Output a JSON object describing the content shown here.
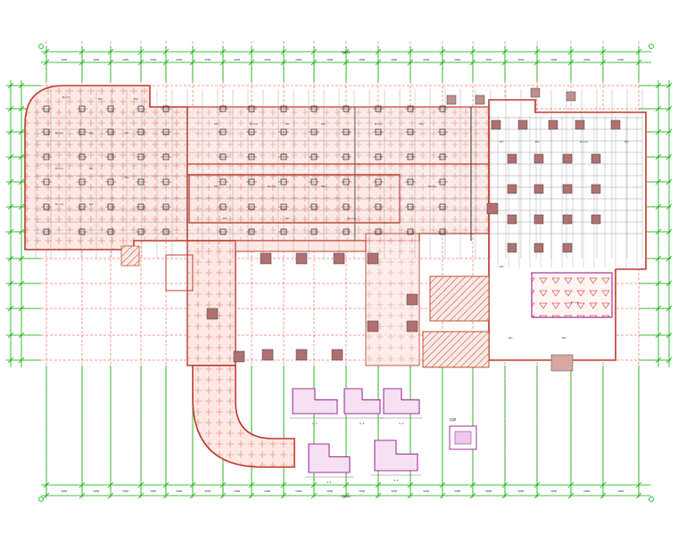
{
  "drawing": {
    "title": "",
    "colors": {
      "background": "#ffffff",
      "grid_axis": "#00b300",
      "axis_extension": "#ff3030",
      "slab_outline": "#c0392b",
      "slab_fill": "#fde8e4",
      "column": "#b07070",
      "hatch": "#c05030",
      "detail": "#a0329b",
      "beam": "#777777"
    },
    "tick_label": "3900",
    "total_dim_label": "76650",
    "column_label": "KZ1",
    "beam_label": "KL1(2)",
    "section_labels": [
      "1-1",
      "2-2",
      "3-3",
      "4-4",
      "5-5"
    ],
    "legend_label": "柱脚"
  }
}
